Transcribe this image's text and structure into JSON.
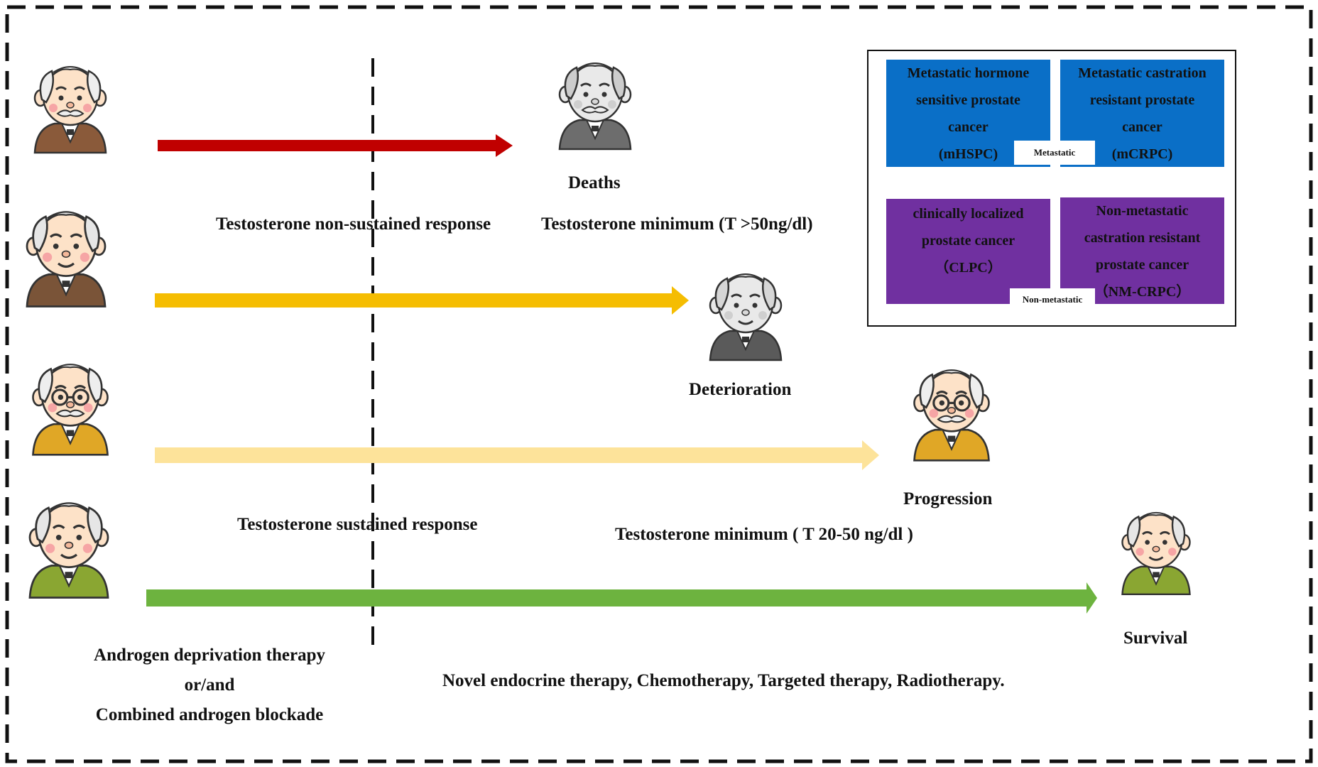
{
  "colors": {
    "death_arrow": "#c00000",
    "deterioration_arrow": "#f5bd02",
    "progression_arrow": "#fde39a",
    "survival_arrow": "#6db33f",
    "metastatic_box": "#0a6fc7",
    "non_metastatic_box": "#7030a0",
    "elder_brown_suit": "#8a5a3a",
    "elder_gray_suit": "#6d6d6d",
    "elder_yellow_suit": "#e0a726",
    "elder_green_suit": "#8aa632"
  },
  "icons": [
    "elderly-man-icon",
    "elderly-man-gray-icon",
    "elderly-man-glasses-icon",
    "elderly-man-green-icon"
  ],
  "outcomes": {
    "deaths": "Deaths",
    "deterioration": "Deterioration",
    "progression": "Progression",
    "survival": "Survival"
  },
  "responses": {
    "non_sustained": "Testosterone non-sustained response",
    "sustained": "Testosterone sustained response"
  },
  "minimums": {
    "high": "Testosterone minimum (T >50ng/dl)",
    "mid": "Testosterone minimum ( T 20-50 ng/dl )"
  },
  "therapy": {
    "initial_line1": "Androgen deprivation therapy",
    "initial_line2": "or/and",
    "initial_line3": "Combined androgen blockade",
    "subsequent": "Novel endocrine therapy, Chemotherapy, Targeted therapy, Radiotherapy."
  },
  "legend": {
    "mhspc": "Metastatic hormone\nsensitive prostate\ncancer\n(mHSPC)",
    "mcrpc": "Metastatic castration\nresistant prostate\ncancer\n(mCRPC)",
    "clpc": "clinically localized\nprostate cancer\n（CLPC）",
    "nmcrpc": "Non-metastatic\ncastration resistant\nprostate cancer\n（NM-CRPC）",
    "metastatic_tag": "Metastatic",
    "non_metastatic_tag": "Non-metastatic"
  }
}
